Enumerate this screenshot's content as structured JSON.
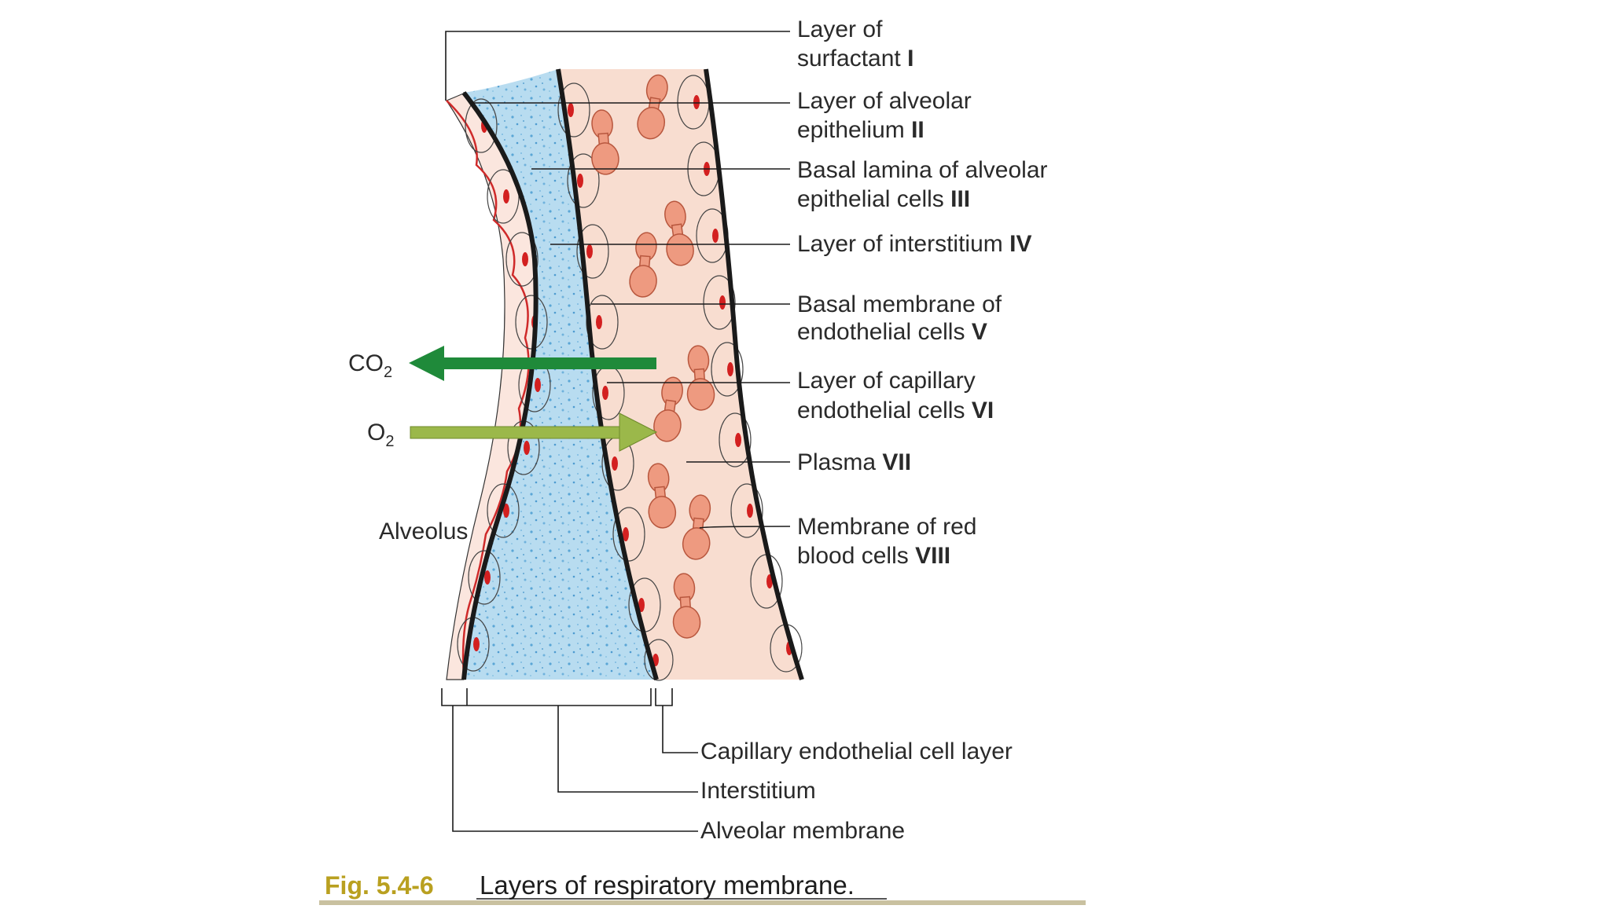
{
  "labels": [
    {
      "text": "Layer of",
      "text2": "surfactant",
      "roman": "I"
    },
    {
      "text": "Layer of alveolar",
      "text2": "epithelium",
      "roman": "II"
    },
    {
      "text": "Basal lamina of alveolar",
      "text2": "epithelial cells",
      "roman": "III"
    },
    {
      "text": "Layer of interstitium",
      "text2": "",
      "roman": "IV"
    },
    {
      "text": "Basal membrane of",
      "text2": "endothelial cells",
      "roman": "V"
    },
    {
      "text": "Layer of capillary",
      "text2": "endothelial cells",
      "roman": "VI"
    },
    {
      "text": "Plasma",
      "text2": "",
      "roman": "VII"
    },
    {
      "text": "Membrane of red",
      "text2": "blood cells",
      "roman": "VIII"
    }
  ],
  "gas": {
    "co2_base": "CO",
    "co2_sub": "2",
    "o2_base": "O",
    "o2_sub": "2",
    "co2_color": "#1f8a3a",
    "o2_color": "#9bb84a"
  },
  "alveolus": "Alveolus",
  "brackets": [
    "Capillary endothelial cell layer",
    "Interstitium",
    "Alveolar membrane"
  ],
  "caption": {
    "fig": "Fig. 5.4-6",
    "title": "Layers of respiratory membrane."
  },
  "colors": {
    "interstitium": "#a9d4ec",
    "plasma": "#f8ddd0",
    "rbc": "#ee9a80",
    "nucleus": "#d32020",
    "membrane": "#1a1a1a"
  }
}
